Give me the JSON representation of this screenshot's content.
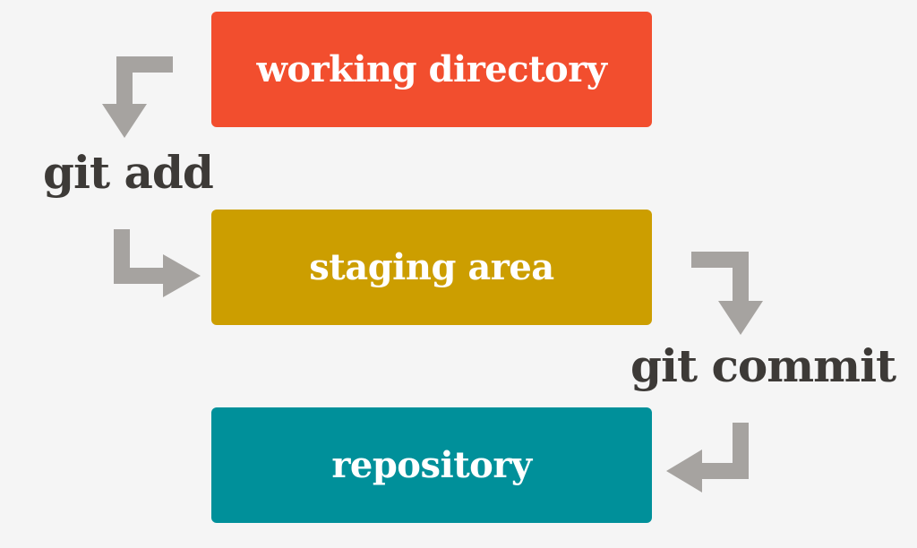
{
  "stages": {
    "working": {
      "label": "working directory",
      "color": "#f24e2e"
    },
    "staging": {
      "label": "staging area",
      "color": "#cc9e00"
    },
    "repository": {
      "label": "repository",
      "color": "#00909a"
    }
  },
  "commands": {
    "add": "git add",
    "commit": "git commit"
  },
  "arrow_color": "#a6a3a0",
  "text_color": "#3d3a37"
}
